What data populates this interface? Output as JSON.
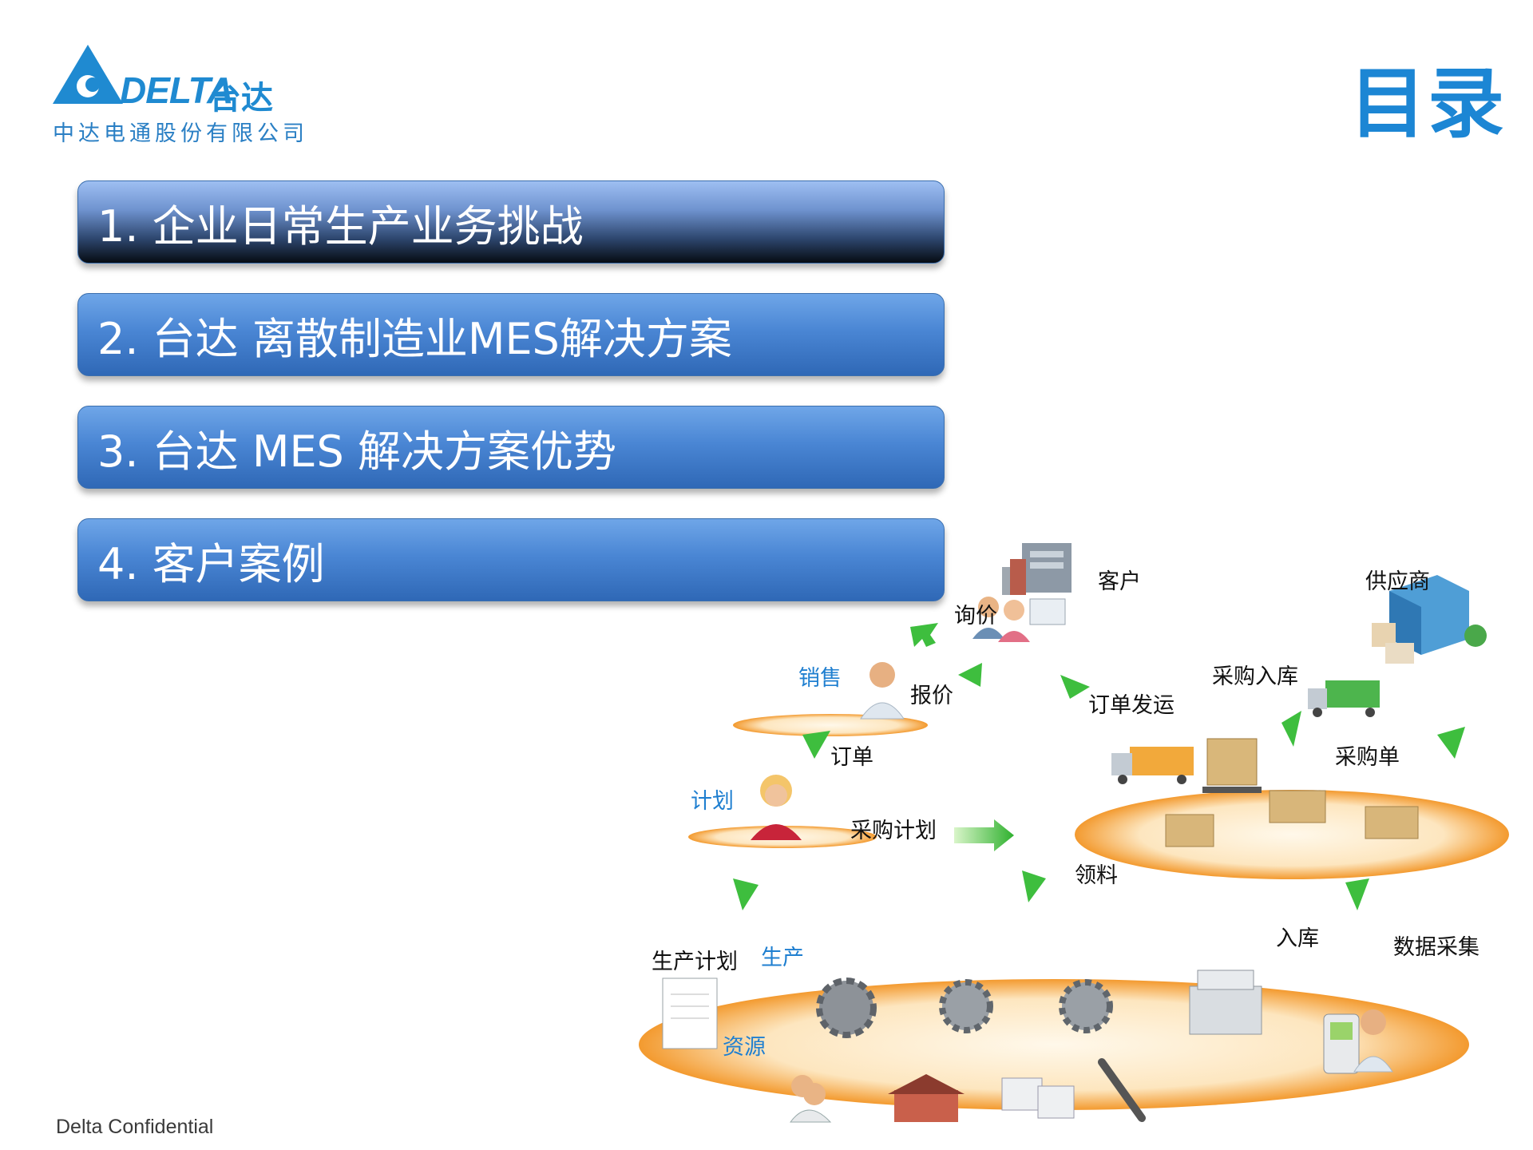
{
  "header": {
    "logo_word": "DELTA",
    "logo_cn": "台达",
    "company": "中达电通股份有限公司",
    "title": "目录"
  },
  "menu": [
    {
      "label": "1. 企业日常生产业务挑战",
      "active": true
    },
    {
      "label": "2. 台达 离散制造业MES解决方案",
      "active": false
    },
    {
      "label": "3. 台达 MES 解决方案优势",
      "active": false
    },
    {
      "label": "4. 客户案例",
      "active": false
    }
  ],
  "diagram": {
    "customer": "客户",
    "supplier": "供应商",
    "inquiry": "询价",
    "quote": "报价",
    "sales": "销售",
    "order": "订单",
    "plan": "计划",
    "purchase_plan": "采购计划",
    "order_ship": "订单发运",
    "purchase_in": "采购入库",
    "purchase_order": "采购单",
    "pick": "领料",
    "prod_plan": "生产计划",
    "production": "生产",
    "stock_in": "入库",
    "data_collect": "数据采集",
    "resource": "资源"
  },
  "footer": "Delta Confidential"
}
